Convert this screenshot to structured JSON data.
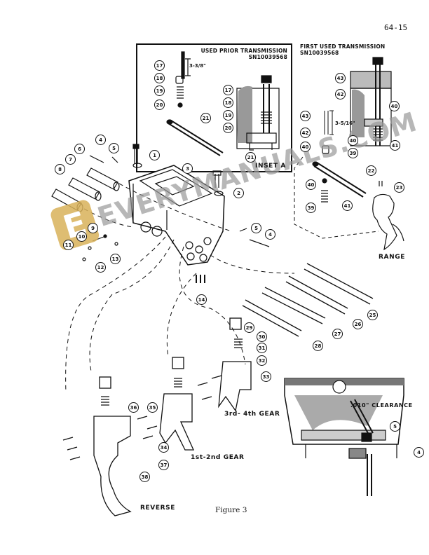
{
  "page_number": "64-15",
  "inset_a": {
    "heading_line1": "USED PRIOR TRANSMISSION",
    "heading_line2": "SN10039568",
    "label": "INSET A",
    "dimension": "3-3/8\""
  },
  "first_used": {
    "heading_line1": "FIRST USED TRANSMISSION",
    "heading_line2": "SN10039568",
    "dimension": "3-5/16\""
  },
  "labels": {
    "range": "RANGE",
    "gear_34": "3rd- 4th GEAR",
    "gear_12": "1st-2nd GEAR",
    "reverse": "REVERSE",
    "clearance": ".010\" CLEARANCE"
  },
  "caption": "Figure 3",
  "watermark": {
    "glyph": "E",
    "text": "EVERYMANUALS.COM"
  },
  "callouts": {
    "c1": "1",
    "c2": "2",
    "c3": "3",
    "c4a": "4",
    "c4b": "4",
    "c4c": "4",
    "c5a": "5",
    "c5b": "5",
    "c5c": "5",
    "c6": "6",
    "c7": "7",
    "c8": "8",
    "c9": "9",
    "c10": "10",
    "c11": "11",
    "c12": "12",
    "c13": "13",
    "c14": "14",
    "c17a": "17",
    "c17b": "17",
    "c18a": "18",
    "c18b": "18",
    "c19a": "19",
    "c19b": "19",
    "c20a": "20",
    "c20b": "20",
    "c21a": "21",
    "c21b": "21",
    "c22": "22",
    "c23": "23",
    "c25": "25",
    "c26": "26",
    "c27": "27",
    "c28": "28",
    "c29": "29",
    "c30": "30",
    "c31": "31",
    "c32": "32",
    "c33": "33",
    "c34": "34",
    "c35": "35",
    "c36": "36",
    "c37": "37",
    "c38": "38",
    "c39a": "39",
    "c39b": "39",
    "c40a": "40",
    "c40b": "40",
    "c40c": "40",
    "c40d": "40",
    "c41a": "41",
    "c41b": "41",
    "c42a": "42",
    "c42b": "42",
    "c43a": "43",
    "c43b": "43"
  }
}
